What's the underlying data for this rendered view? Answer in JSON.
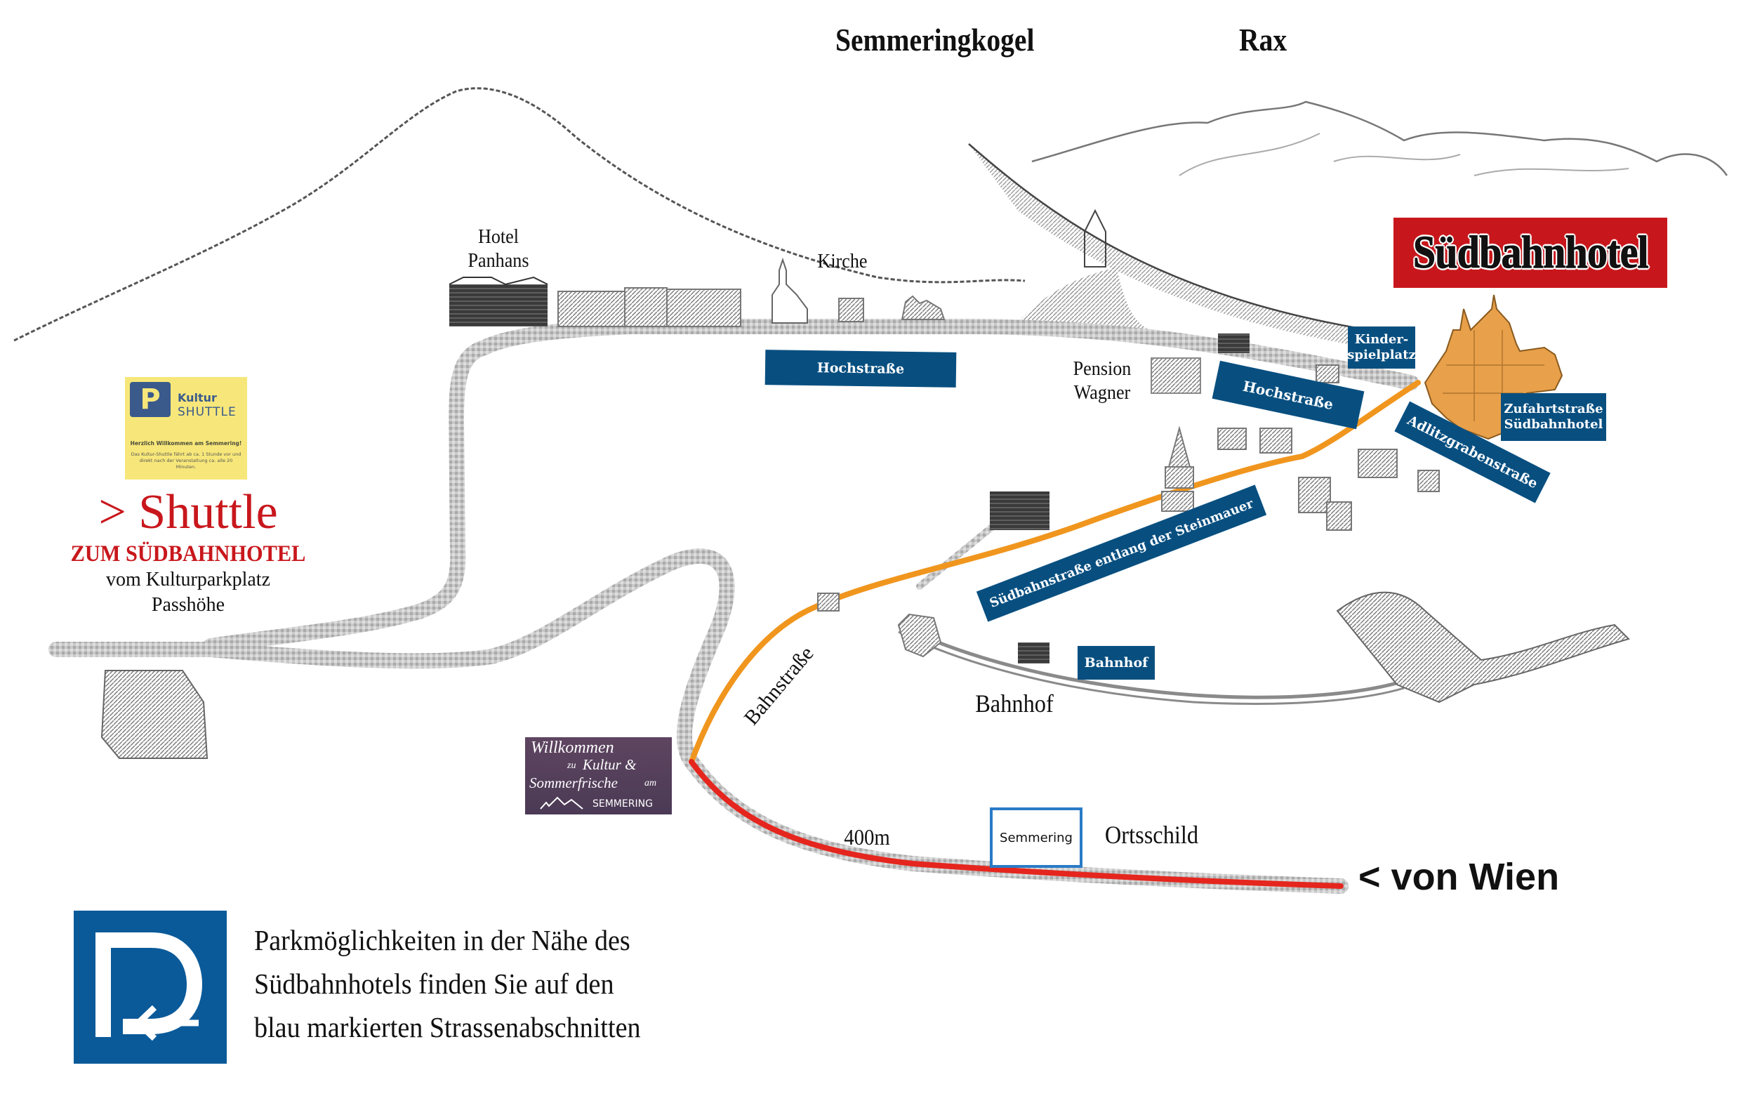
{
  "peaks": {
    "semmeringkogel": "Semmeringkogel",
    "rax": "Rax"
  },
  "hotel_banner": "Südbahnhotel",
  "places": {
    "hotel_panhans": [
      "Hotel",
      "Panhans"
    ],
    "kirche": "Kirche",
    "pension_wagner": [
      "Pension",
      "Wagner"
    ],
    "bahnhof": "Bahnhof",
    "distance": "400m",
    "ortsschild": "Ortsschild"
  },
  "parking_labels": {
    "hochstrasse_west": "Hochstraße",
    "hochstrasse_east": "Hochstraße",
    "kinderspielplatz": [
      "Kinder-",
      "spielplatz"
    ],
    "zufahrtstrasse": [
      "Zufahrtstraße",
      "Südbahnhotel"
    ],
    "adlitzgrabenstrasse": "Adlitzgrabenstraße",
    "suedbahnstrasse": "Südbahnstraße entlang der Steinmauer",
    "bahnhof": "Bahnhof"
  },
  "road_labels": {
    "bahnstrasse": "Bahnstraße"
  },
  "kultur_shuttle_card": {
    "p_letter": "P",
    "title_line1": "Kultur",
    "title_line2": "SHUTTLE",
    "welcome": "Herzlich Willkommen am Semmering!",
    "info": "Das Kultur-Shuttle fährt ab ca. 1 Stunde vor und direkt nach der Veranstaltung ca. alle 20 Minuten."
  },
  "shuttle_info": {
    "headline": "> Shuttle",
    "subline": "ZUM SÜDBAHNHOTEL",
    "from_line1": "vom Kulturparkplatz",
    "from_line2": "Passhöhe"
  },
  "welcome_sign": {
    "line1": "Willkommen",
    "line2a": "zu",
    "line2b": "Kultur &",
    "line3": "Sommerfrische",
    "line3b": "am",
    "brand": "SEMMERING"
  },
  "town_sign": "Semmering",
  "direction": "< von Wien",
  "parking_legend": {
    "p_letter": "P",
    "lines": [
      "Parkmöglichkeiten in der Nähe des",
      "Südbahnhotels finden Sie auf den",
      "blau markierten Strassenabschnitten"
    ]
  },
  "colors": {
    "parking_blue": "#084f80",
    "hotel_red": "#c8171c",
    "route_orange": "#f0961e",
    "route_red": "#e5261e",
    "road_gray": "#b9b9b9",
    "shuttle_yellow": "#f7e77a",
    "hotel_orange": "#e8a04a"
  }
}
